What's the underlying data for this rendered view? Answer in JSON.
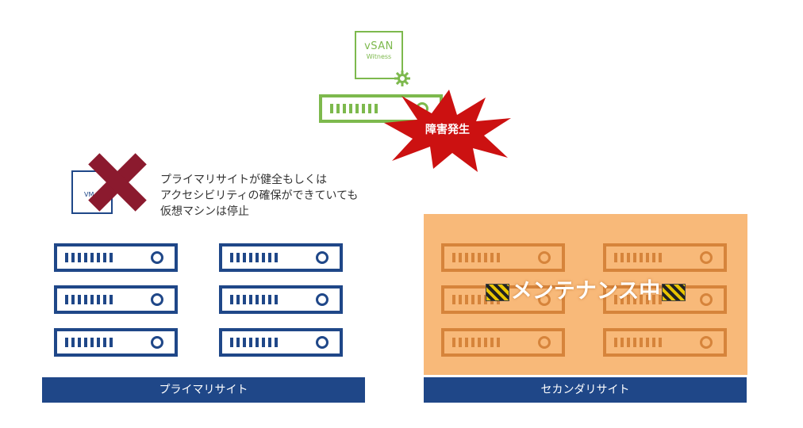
{
  "witness": {
    "title": "vSAN",
    "subtitle": "Witness"
  },
  "failure_badge": {
    "label": "障害発生",
    "color": "#cc1111"
  },
  "primary_site": {
    "label": "プライマリサイト",
    "note_lines": [
      "プライマリサイトが健全もしくは",
      "アクセシビリティの確保ができていても",
      "仮想マシンは停止"
    ],
    "vm_label": "VM",
    "server_count": 6
  },
  "secondary_site": {
    "label": "セカンダリサイト",
    "status": "メンテナンス中",
    "server_count": 6
  },
  "colors": {
    "site_blue": "#1f4788",
    "witness_green": "#7db94d",
    "maintenance_orange": "#f8b979",
    "cross_red": "#8b1a2e"
  },
  "icons": [
    "gear-icon",
    "x-mark-icon",
    "hazard-icon"
  ]
}
